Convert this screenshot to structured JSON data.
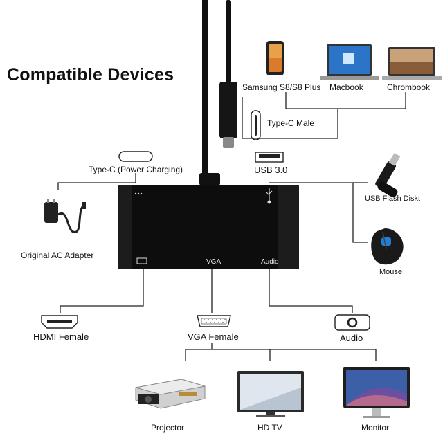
{
  "title": "Compatible Devices",
  "colors": {
    "line": "#222222",
    "hub": "#0d0d0d",
    "hub_side": "#1c1c1c",
    "cable": "#111111"
  },
  "top_devices": [
    {
      "label": "Samsung S8/S8 Plus",
      "icon": "phone-icon"
    },
    {
      "label": "Macbook",
      "icon": "laptop-icon"
    },
    {
      "label": "Chrombook",
      "icon": "laptop-icon"
    }
  ],
  "type_c_male": {
    "label": "Type-C Male",
    "icon": "type-c-port-icon"
  },
  "usb3": {
    "label": "USB 3.0",
    "icon": "usb-port-icon"
  },
  "power": {
    "label": "Type-C (Power Charging)",
    "icon": "type-c-port-icon"
  },
  "ac_adapter": {
    "label": "Original AC Adapter",
    "icon": "ac-adapter-icon"
  },
  "usb_flash": {
    "label": "USB Flash Diskt",
    "icon": "usb-flash-drive-icon"
  },
  "mouse": {
    "label": "Mouse",
    "icon": "mouse-icon"
  },
  "hub_ports": {
    "vga": "VGA",
    "audio": "Audio"
  },
  "outputs": [
    {
      "label": "HDMI Female",
      "icon": "hdmi-port-icon"
    },
    {
      "label": "VGA Female",
      "icon": "vga-port-icon"
    },
    {
      "label": "Audio",
      "icon": "audio-jack-icon"
    }
  ],
  "displays": [
    {
      "label": "Projector",
      "icon": "projector-icon"
    },
    {
      "label": "HD TV",
      "icon": "tv-icon"
    },
    {
      "label": "Monitor",
      "icon": "monitor-icon"
    }
  ]
}
